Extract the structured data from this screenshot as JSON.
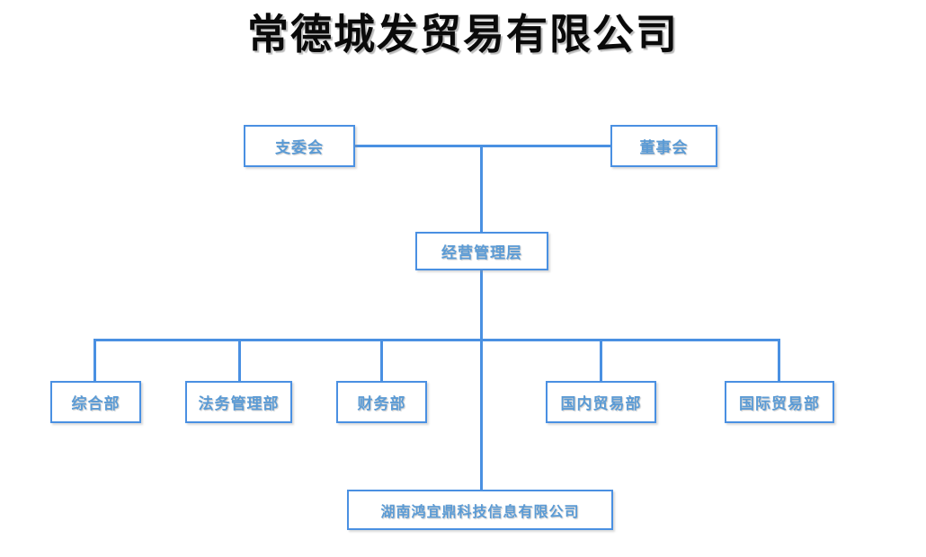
{
  "title": "常德城发贸易有限公司",
  "diagram": {
    "type": "org-chart",
    "accent_color": "#4a90e2",
    "text_color": "#5b9bd5",
    "box_fill": "#ffffff",
    "nodes": {
      "party_committee": "支委会",
      "board_of_directors": "董事会",
      "management": "经营管理层",
      "dept_general": "综合部",
      "dept_legal": "法务管理部",
      "dept_finance": "财务部",
      "dept_domestic_trade": "国内贸易部",
      "dept_international_trade": "国际贸易部",
      "subsidiary": "湖南鸿宜鼎科技信息有限公司"
    }
  }
}
